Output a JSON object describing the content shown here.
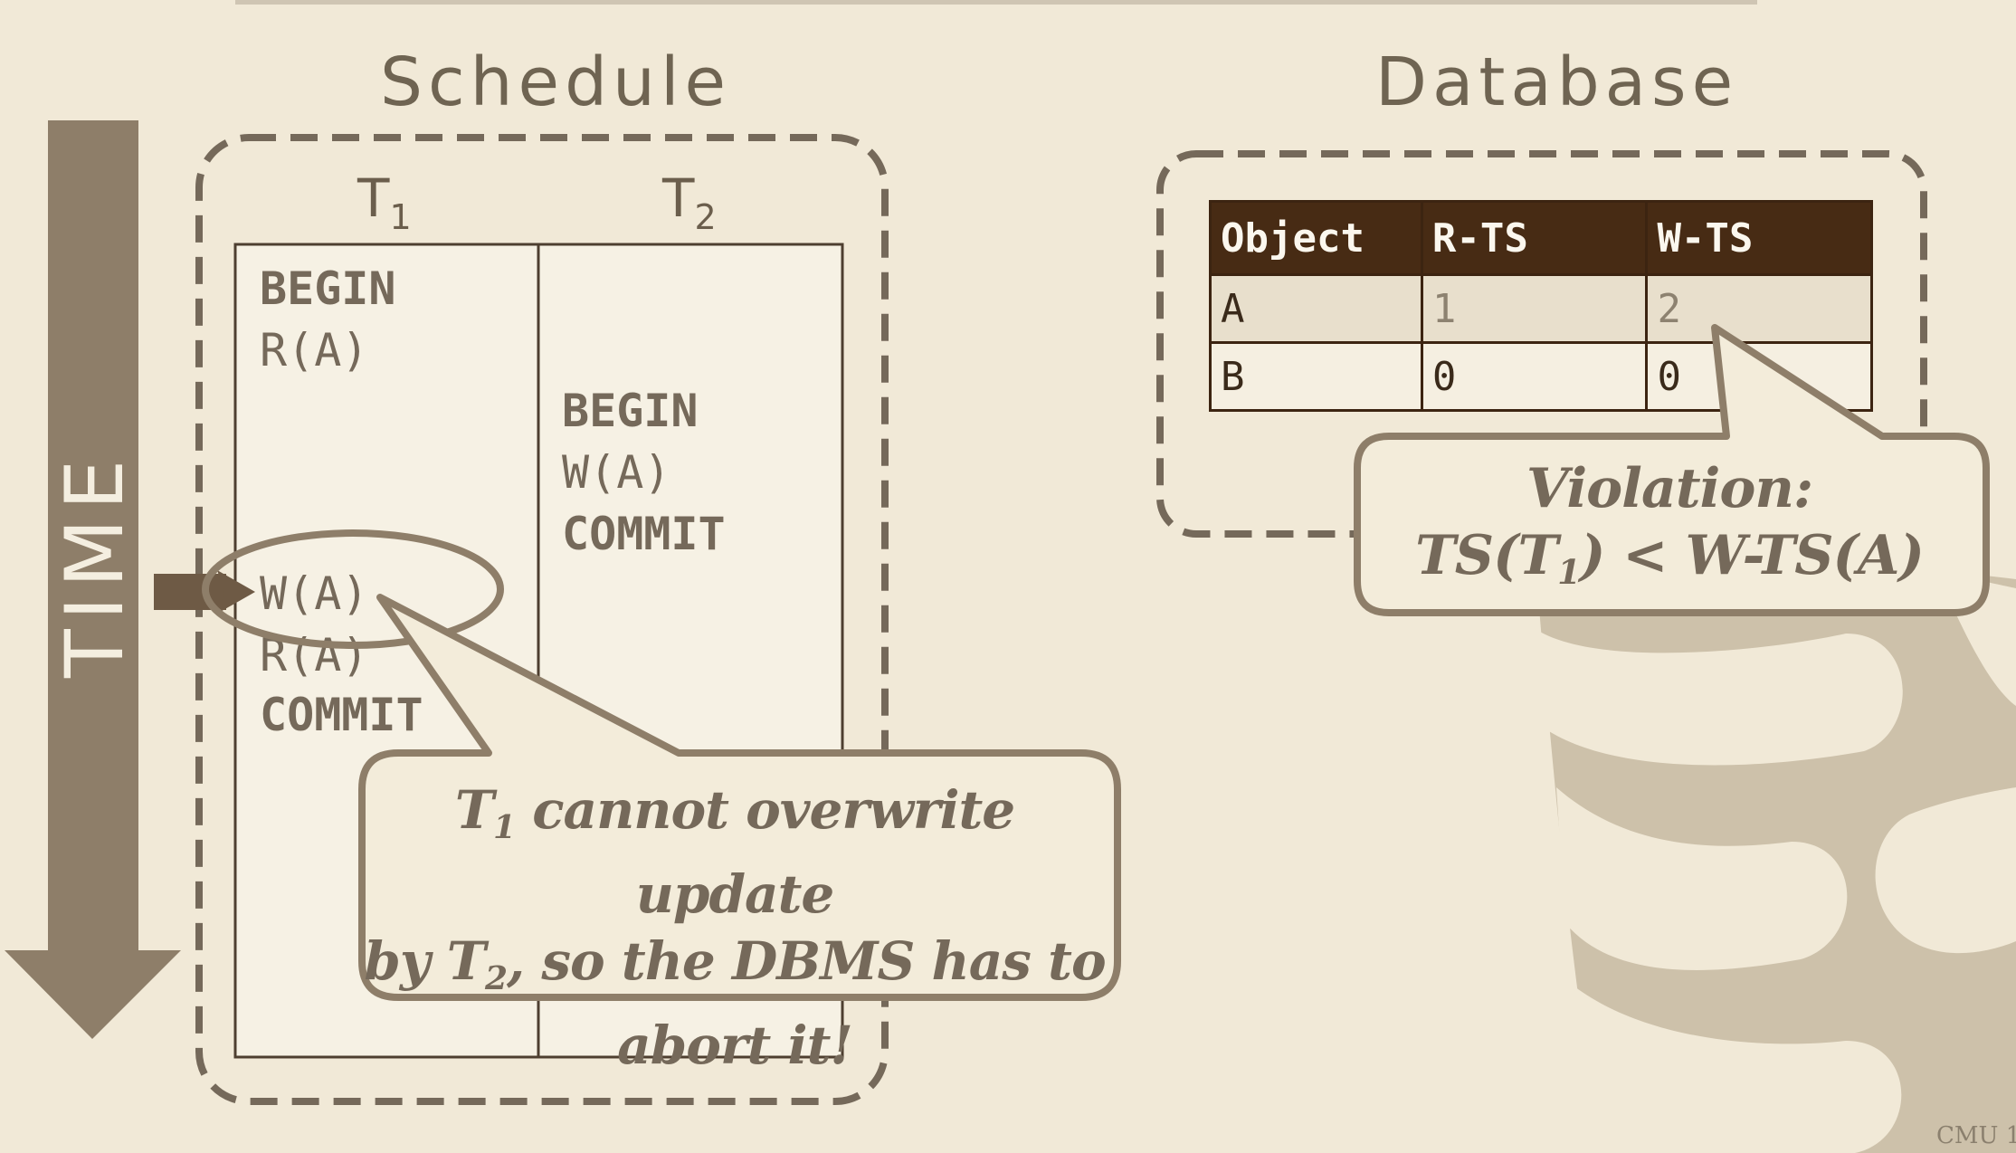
{
  "schedule": {
    "title": "Schedule",
    "time_label": "TIME",
    "t1": {
      "name": "T",
      "sub": "1"
    },
    "t2": {
      "name": "T",
      "sub": "2"
    },
    "t1_ops": [
      "BEGIN",
      "R(A)",
      "W(A)",
      "R(A)",
      "COMMIT"
    ],
    "t2_ops": [
      "BEGIN",
      "W(A)",
      "COMMIT"
    ],
    "callout": {
      "pre": "T",
      "sub1": "1",
      "line1_rest": " cannot overwrite update",
      "line2_pre": "by T",
      "sub2": "2",
      "line2_rest": ", so the DBMS has to",
      "line3": "abort it!"
    }
  },
  "database": {
    "title": "Database",
    "columns": [
      "Object",
      "R-TS",
      "W-TS"
    ],
    "rows": [
      {
        "object": "A",
        "r_ts": "1",
        "w_ts": "2"
      },
      {
        "object": "B",
        "r_ts": "0",
        "w_ts": "0"
      }
    ],
    "callout": {
      "line1": "Violation:",
      "line2_pre": "TS(T",
      "sub": "1",
      "line2_rest": ") < W-TS(A)"
    }
  },
  "footer": {
    "text": "CMU 1"
  },
  "colors": {
    "background": "#f1e9d7",
    "primary": "#8e7e69",
    "table_header": "#472b14"
  }
}
